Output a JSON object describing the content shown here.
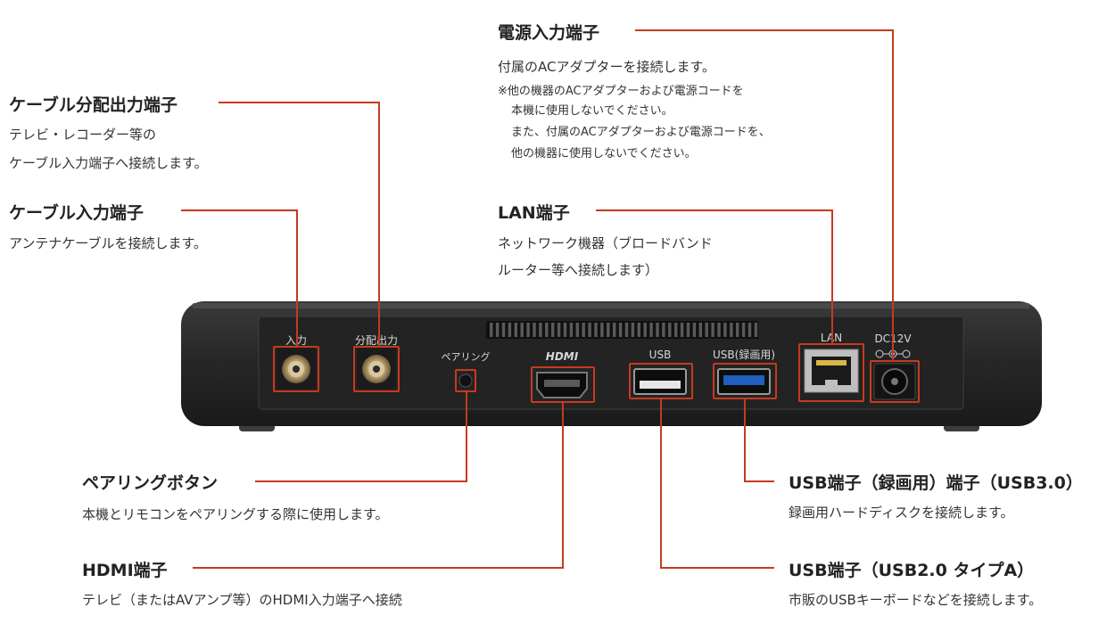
{
  "labels": {
    "power": {
      "title": "電源入力端子",
      "desc": "付属のACアダプターを接続します。",
      "note1": "※他の機器のACアダプターおよび電源コードを",
      "note2": "本機に使用しないでください。",
      "note3": "また、付属のACアダプターおよび電源コードを、",
      "note4": "他の機器に使用しないでください。"
    },
    "cable_out": {
      "title": "ケーブル分配出力端子",
      "desc1": "テレビ・レコーダー等の",
      "desc2": "ケーブル入力端子へ接続します。"
    },
    "cable_in": {
      "title": "ケーブル入力端子",
      "desc": "アンテナケーブルを接続します。"
    },
    "lan": {
      "title": "LAN端子",
      "desc1": "ネットワーク機器（ブロードバンド",
      "desc2": "ルーター等へ接続します）"
    },
    "pairing": {
      "title": "ペアリングボタン",
      "desc": "本機とリモコンをペアリングする際に使用します。"
    },
    "hdmi": {
      "title": "HDMI端子",
      "desc": "テレビ（またはAVアンプ等）のHDMI入力端子へ接続"
    },
    "usb3": {
      "title": "USB端子（録画用）端子（USB3.0）",
      "desc": "録画用ハードディスクを接続します。"
    },
    "usb2": {
      "title": "USB端子（USB2.0 タイプA）",
      "desc": "市販のUSBキーボードなどを接続します。"
    }
  },
  "device": {
    "port_in": "入力",
    "port_split": "分配出力",
    "port_pairing": "ペアリング",
    "port_hdmi": "HDMI",
    "port_usb": "USB",
    "port_usb_rec": "USB(録画用)",
    "port_lan": "LAN",
    "port_dc": "DC12V"
  },
  "colors": {
    "accent": "#c63a1f",
    "device_body": "#2a2a2a",
    "usb3_blue": "#1e5fc0"
  }
}
